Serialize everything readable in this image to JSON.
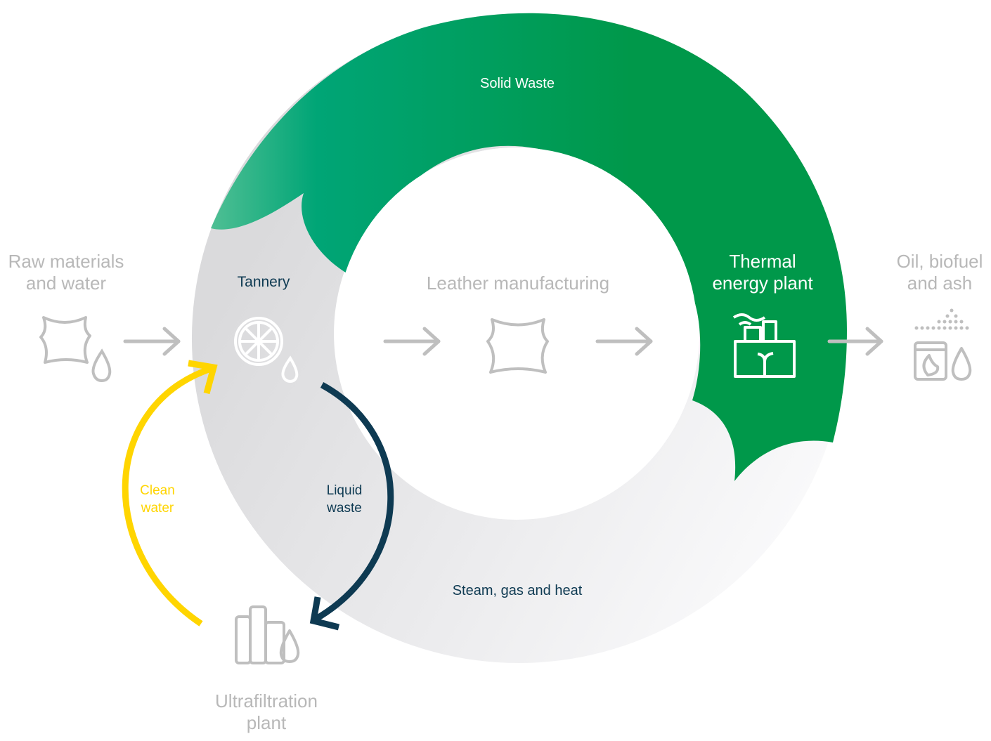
{
  "colors": {
    "green_dark": "#00984a",
    "green_light": "#2cb389",
    "gray_ring": "#e0e0e2",
    "gray_ring_fade": "#f8f8fa",
    "gray_text": "#b8b8b8",
    "gray_icon": "#bfbfbf",
    "navy": "#0e3a52",
    "yellow": "#ffd500",
    "white": "#ffffff"
  },
  "labels": {
    "raw_materials": {
      "line1": "Raw materials",
      "line2": "and water"
    },
    "tannery": "Tannery",
    "leather_manufacturing": "Leather manufacturing",
    "thermal_plant": {
      "line1": "Thermal",
      "line2": "energy plant"
    },
    "outputs": {
      "line1": "Oil, biofuel",
      "line2": "and ash"
    },
    "ultrafiltration": {
      "line1": "Ultrafiltration",
      "line2": "plant"
    },
    "solid_waste": "Solid Waste",
    "steam": "Steam, gas and heat",
    "clean_water": {
      "line1": "Clean",
      "line2": "water"
    },
    "liquid_waste": {
      "line1": "Liquid",
      "line2": "waste"
    }
  },
  "icons": [
    "hide-icon",
    "water-drop-icon",
    "tannery-drum-icon",
    "leather-hide-icon",
    "factory-icon",
    "biofuel-icon",
    "ultrafiltration-tanks-icon"
  ]
}
